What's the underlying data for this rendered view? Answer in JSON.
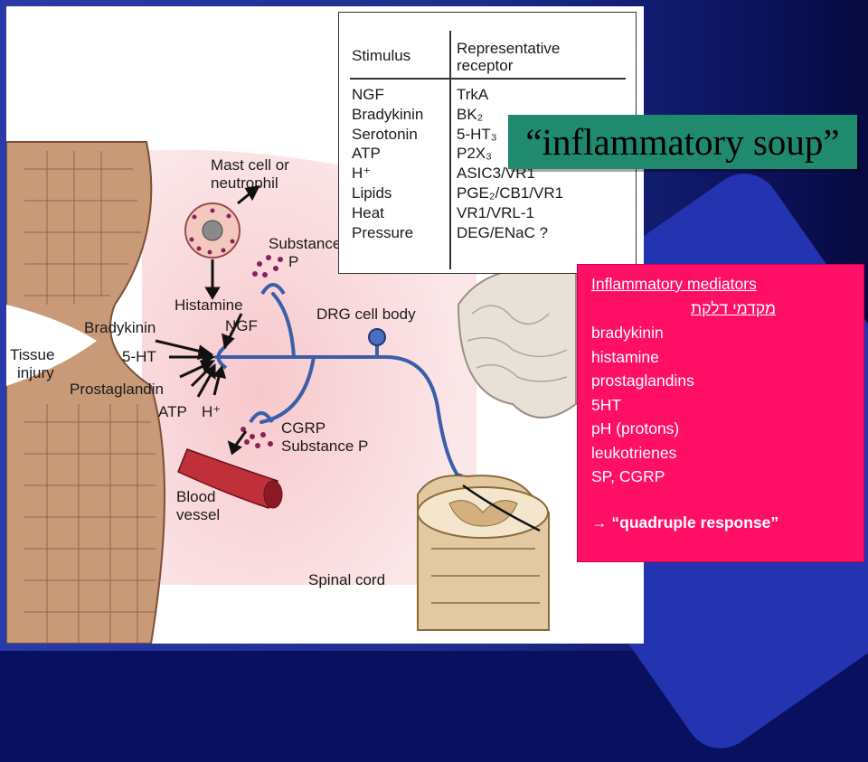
{
  "slide": {
    "banner": "“inflammatory soup”",
    "mediators_box": {
      "title": "Inflammatory mediators",
      "hebrew_title": "מקדמי דלקת",
      "items": [
        "bradykinin",
        "histamine",
        "prostaglandins",
        "5HT",
        "pH (protons)",
        "leukotrienes",
        "SP, CGRP"
      ],
      "response_arrow": "→",
      "response": "“quadruple response”"
    }
  },
  "figure": {
    "table": {
      "header_stimulus": "Stimulus",
      "header_receptor_1": "Representative",
      "header_receptor_2": "receptor",
      "stimuli": [
        "NGF",
        "Bradykinin",
        "Serotonin",
        "ATP",
        "H⁺",
        "Lipids",
        "Heat",
        "Pressure"
      ],
      "receptors": [
        "TrkA",
        "BK₂",
        "5-HT₃",
        "P2X₃",
        "ASIC3/VR1",
        "PGE₂/CB1/VR1",
        "VR1/VRL-1",
        "DEG/ENaC ?"
      ]
    },
    "labels": {
      "mast_cell_1": "Mast cell or",
      "mast_cell_2": "neutrophil",
      "substance_p_1": "Substance",
      "substance_p_2": "P",
      "histamine": "Histamine",
      "ngf": "NGF",
      "bradykinin": "Bradykinin",
      "five_ht": "5-HT",
      "tissue_1": "Tissue",
      "tissue_2": "injury",
      "prostaglandin": "Prostaglandin",
      "atp": "ATP",
      "h_plus": "H⁺",
      "cgrp": "CGRP",
      "substance_p_lower": "Substance P",
      "blood_1": "Blood",
      "blood_2": "vessel",
      "drg": "DRG cell body",
      "spinal": "Spinal cord"
    },
    "colors": {
      "tissue_fill": "#c89a78",
      "inflamed_pink": "#f4c2c6",
      "neuron_blue": "#3a5fa8",
      "vessel_red": "#b82a35",
      "banner_green": "#1f8a6e",
      "mediators_pink": "#ff0f66"
    }
  }
}
